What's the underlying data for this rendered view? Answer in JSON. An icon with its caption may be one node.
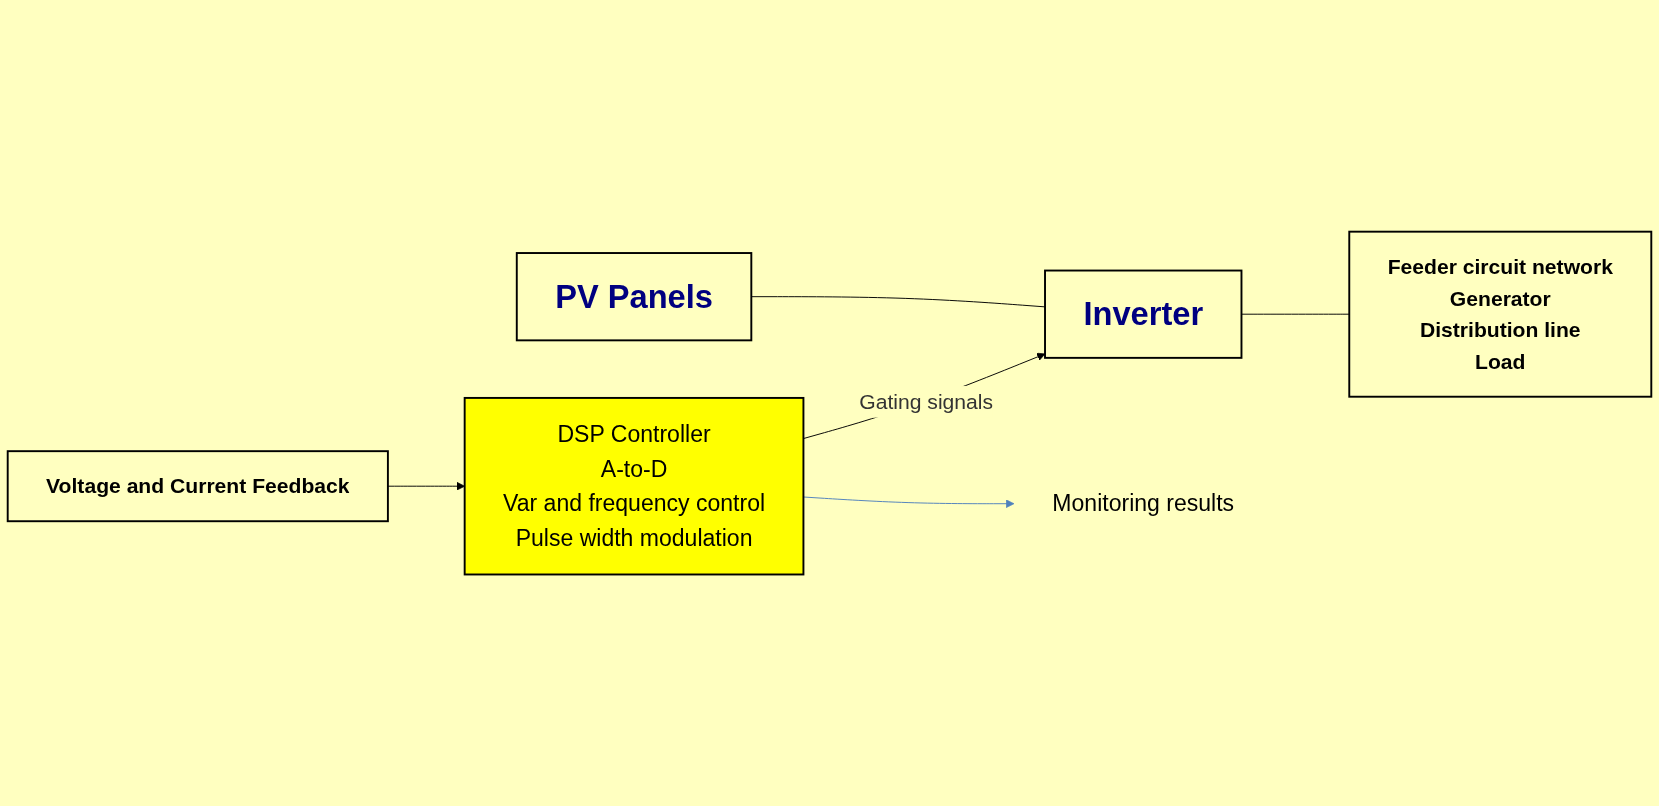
{
  "diagram": {
    "nodes": [
      {
        "text": [
          "PV Panels"
        ]
      },
      {
        "text": [
          "Inverter"
        ]
      },
      {
        "text": [
          "Feeder circuit network",
          "Generator",
          "Distribution line",
          "Load"
        ]
      },
      {
        "text": [
          "Voltage and Current Feedback"
        ]
      },
      {
        "text": [
          "DSP Controller",
          "A-to-D",
          "Var and frequency control",
          "Pulse width modulation"
        ]
      },
      {
        "text": [
          "Monitoring results"
        ]
      }
    ],
    "edges": [
      {
        "from": 0,
        "to": 1,
        "arrow": "none"
      },
      {
        "from": 1,
        "to": 2,
        "arrow": "none"
      },
      {
        "from": 4,
        "to": 1,
        "arrow": "to",
        "label": "Gating signals"
      },
      {
        "from": 3,
        "to": 4,
        "arrow": "to"
      },
      {
        "from": 4,
        "to": 5,
        "arrow": "to",
        "color": "#4f81bd"
      }
    ]
  }
}
